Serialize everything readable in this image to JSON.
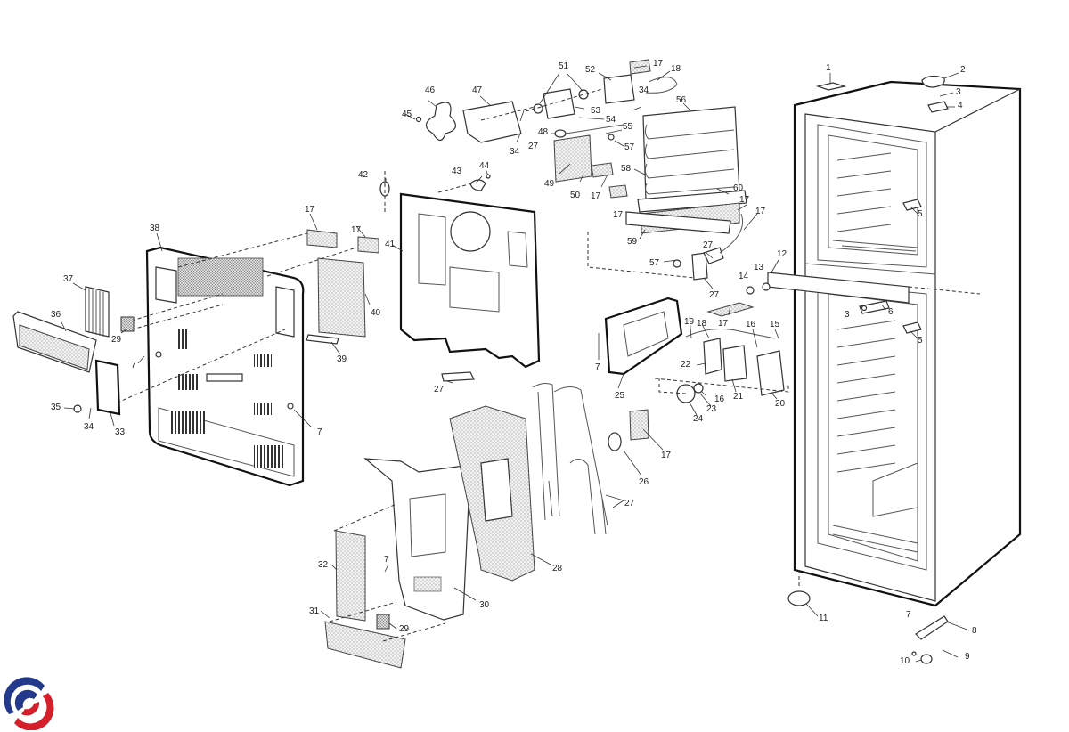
{
  "title": "Refrigerator exploded parts diagram",
  "logo": {
    "name": "brand-swirl-logo",
    "colors": {
      "blue": "#233a8c",
      "red": "#d4202a"
    }
  },
  "labels": {
    "p1": "1",
    "p2": "2",
    "p3a": "3",
    "p3b": "3",
    "p4": "4",
    "p5a": "5",
    "p5b": "5",
    "p6": "6",
    "p7a": "7",
    "p7b": "7",
    "p7c": "7",
    "p7d": "7",
    "p7e": "7",
    "p8": "8",
    "p9": "9",
    "p10": "10",
    "p11": "11",
    "p12": "12",
    "p13": "13",
    "p14": "14",
    "p15": "15",
    "p16a": "16",
    "p16b": "16",
    "p17a": "17",
    "p17b": "17",
    "p17c": "17",
    "p17d": "17",
    "p17e": "17",
    "p17f": "17",
    "p17g": "17",
    "p17h": "17",
    "p17i": "17",
    "p18a": "18",
    "p18b": "18",
    "p19": "19",
    "p20": "20",
    "p21": "21",
    "p22": "22",
    "p23": "23",
    "p24": "24",
    "p25": "25",
    "p26": "26",
    "p27a": "27",
    "p27b": "27",
    "p27c": "27",
    "p27d": "27",
    "p27e": "27",
    "p28": "28",
    "p29a": "29",
    "p29b": "29",
    "p30": "30",
    "p31": "31",
    "p32": "32",
    "p33": "33",
    "p34a": "34",
    "p34b": "34",
    "p34c": "34",
    "p35": "35",
    "p36": "36",
    "p37": "37",
    "p38": "38",
    "p39": "39",
    "p40": "40",
    "p41": "41",
    "p42": "42",
    "p43": "43",
    "p44": "44",
    "p45": "45",
    "p46": "46",
    "p47": "47",
    "p48": "48",
    "p49": "49",
    "p50": "50",
    "p51": "51",
    "p52": "52",
    "p53": "53",
    "p54": "54",
    "p55": "55",
    "p56": "56",
    "p57a": "57",
    "p57b": "57",
    "p58": "58",
    "p59": "59",
    "p60": "60"
  }
}
